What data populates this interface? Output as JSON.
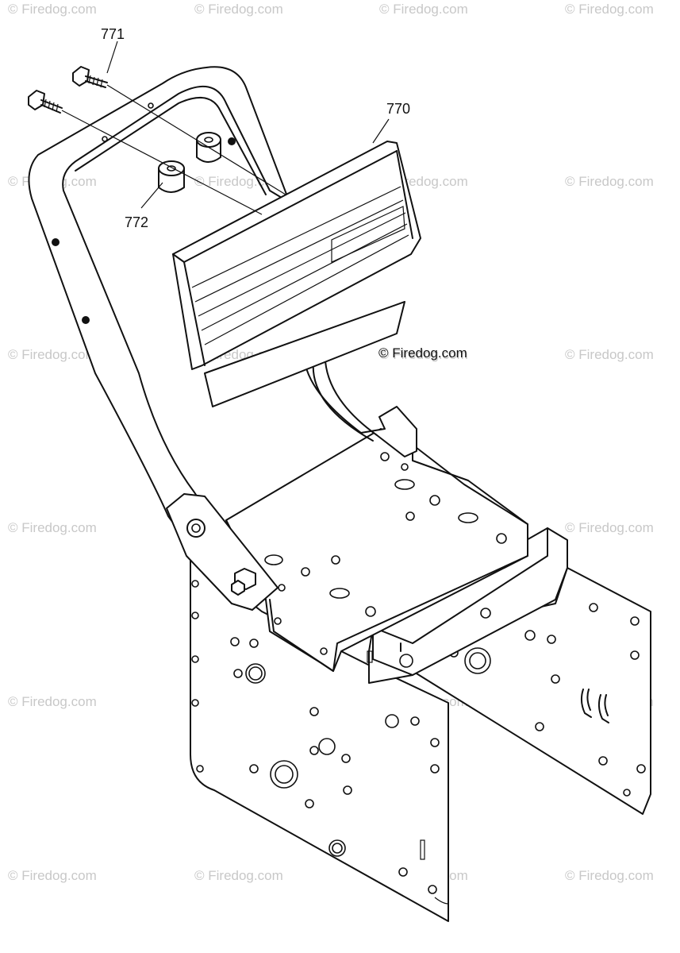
{
  "watermark": "© Firedog.com",
  "copyright": "© Firedog.com",
  "parts": {
    "p770": "770",
    "p771": "771",
    "p772": "772"
  }
}
